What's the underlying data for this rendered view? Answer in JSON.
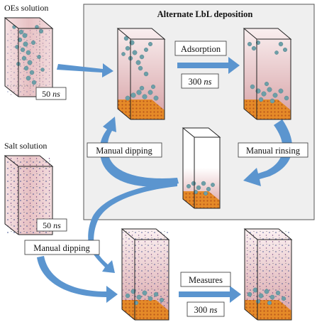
{
  "labels": {
    "oes_solution": "OEs solution",
    "salt_solution": "Salt solution",
    "panel_title": "Alternate LbL deposition",
    "adsorption": "Adsorption",
    "measures": "Measures",
    "manual_dipping_left": "Manual dipping",
    "manual_rinsing": "Manual rinsing",
    "manual_dipping_bottom": "Manual dipping"
  },
  "durations": {
    "oes": {
      "value": "50",
      "unit": "ns"
    },
    "salt": {
      "value": "50",
      "unit": "ns"
    },
    "adsorption": {
      "value": "300",
      "unit": "ns"
    },
    "measures": {
      "value": "300",
      "unit": "ns"
    }
  },
  "colors": {
    "arrow": "#5b95cf",
    "panel_fill": "#efefef",
    "substrate": "#e8912c",
    "solution_tint": "#d9a5a8",
    "polymer": "#6d9fa8"
  }
}
